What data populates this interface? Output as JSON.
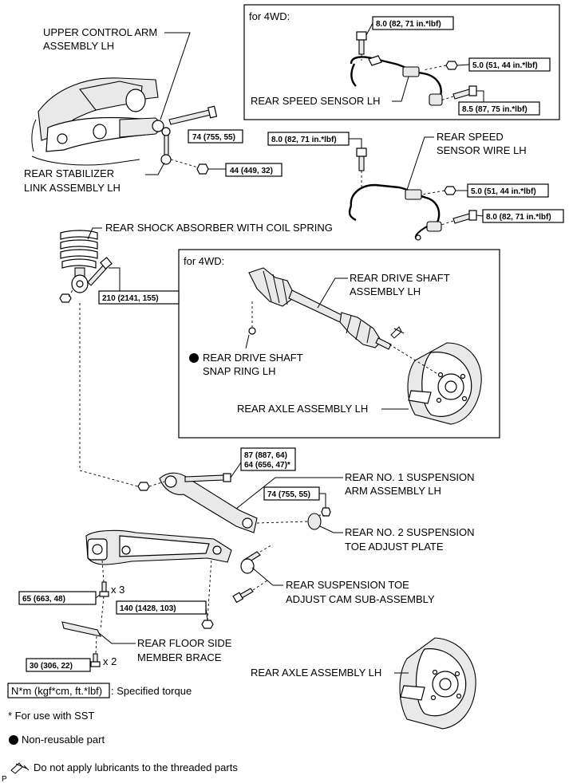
{
  "callouts": {
    "upper_control_arm": [
      "UPPER CONTROL ARM",
      "ASSEMBLY LH"
    ],
    "rear_stabilizer_link": [
      "REAR STABILIZER",
      "LINK ASSEMBLY LH"
    ],
    "rear_speed_sensor_wire": [
      "REAR SPEED",
      "SENSOR WIRE LH"
    ],
    "rear_speed_sensor": "REAR SPEED SENSOR LH",
    "shock_absorber": "REAR SHOCK ABSORBER WITH COIL SPRING",
    "rear_drive_shaft": [
      "REAR DRIVE SHAFT",
      "ASSEMBLY LH"
    ],
    "snap_ring": [
      "REAR DRIVE SHAFT",
      "SNAP RING LH"
    ],
    "axle_upper": "REAR AXLE ASSEMBLY LH",
    "no1_arm": [
      "REAR NO. 1 SUSPENSION",
      "ARM ASSEMBLY LH"
    ],
    "no2_plate": [
      "REAR NO. 2 SUSPENSION",
      "TOE ADJUST PLATE"
    ],
    "toe_cam": [
      "REAR SUSPENSION TOE",
      "ADJUST CAM SUB-ASSEMBLY"
    ],
    "floor_brace": [
      "REAR FLOOR SIDE",
      "MEMBER BRACE"
    ],
    "axle_lower": "REAR AXLE ASSEMBLY LH"
  },
  "inset_labels": {
    "top": "for 4WD:",
    "middle": "for 4WD:"
  },
  "torques": {
    "t_sensor_bolt": "8.0 (82, 71 in.*lbf)",
    "t_sensor_nut": "5.0 (51, 44 in.*lbf)",
    "t_sensor_lower": "8.5 (87, 75 in.*lbf)",
    "t_upper_arm": "74 (755, 55)",
    "t_stab_link": "44 (449, 32)",
    "t_wire_bolt": "8.0 (82, 71 in.*lbf)",
    "t_wire_nut": "5.0 (51, 44 in.*lbf)",
    "t_wire_lower": "8.0 (82, 71 in.*lbf)",
    "t_shock": "210 (2141, 155)",
    "t_no1_arm": [
      "87 (887, 64)",
      "64 (656, 47)*"
    ],
    "t_no2_plate": "74 (755, 55)",
    "t_brace_upper": "65 (663, 48)",
    "t_toe_cam": "140 (1428, 103)",
    "t_brace_lower": "30 (306, 22)"
  },
  "multipliers": {
    "upper": "x 3",
    "lower": "x 2"
  },
  "legend": {
    "torque_box": "N*m (kgf*cm, ft.*lbf)",
    "torque_desc": ": Specified torque",
    "sst_note": "* For use with SST",
    "nonreusable": "Non-reusable part",
    "lubricant": "Do not apply lubricants to the threaded parts"
  },
  "corner_mark": "P",
  "colors": {
    "ink": "#000000",
    "paper": "#ffffff",
    "part_fill": "#e9e9e9"
  }
}
